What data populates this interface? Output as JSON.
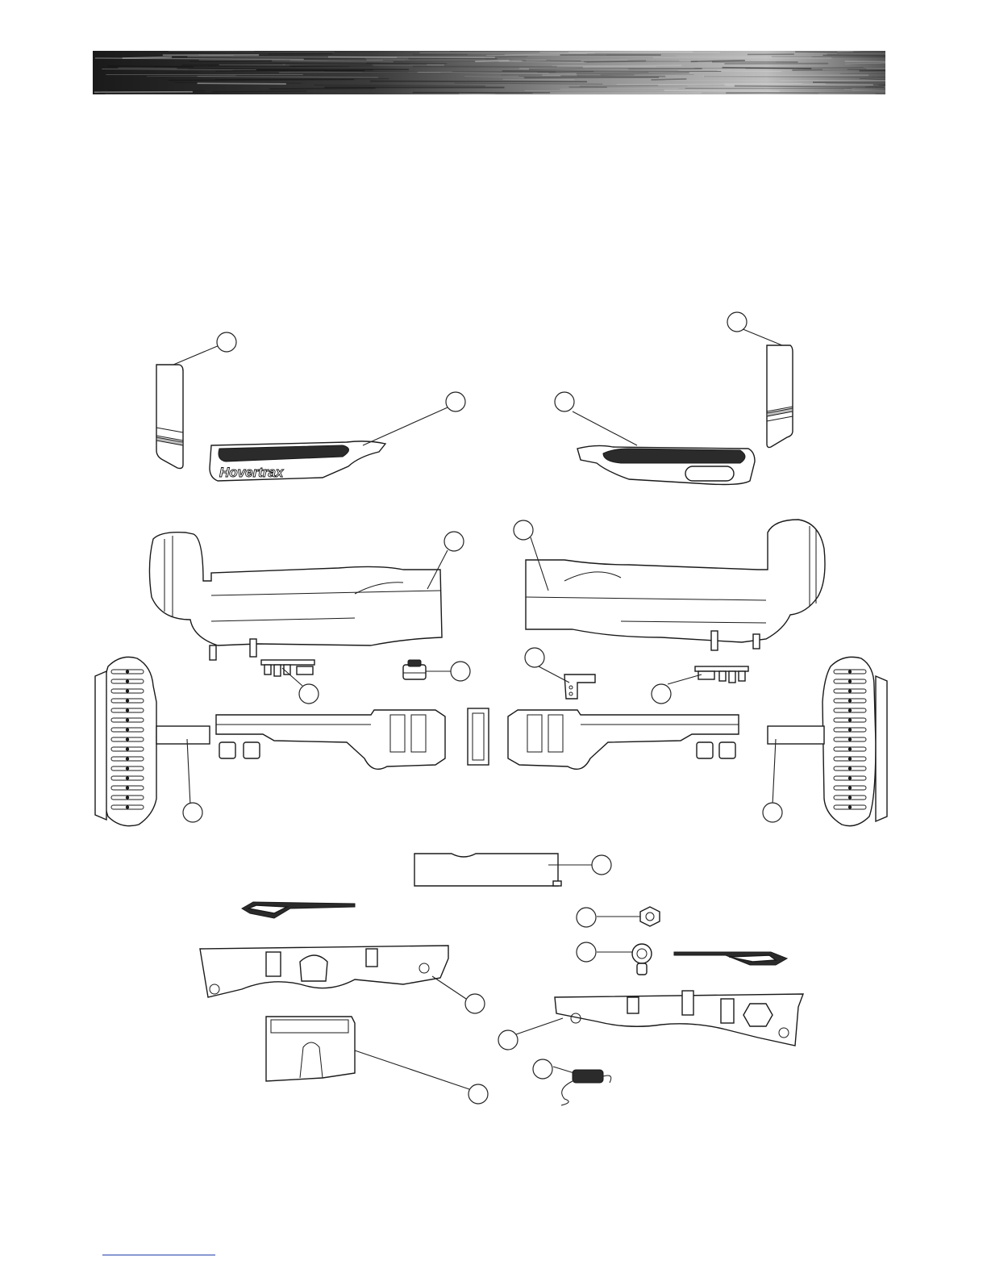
{
  "header": {
    "banner_style": "brushed-metal",
    "colors": {
      "dark": "#151515",
      "mid": "#6a6a6a",
      "light": "#c9c9c9"
    }
  },
  "diagram": {
    "type": "exploded-parts-view",
    "brand_text": "Hovertrax",
    "parts": [
      "left-light-cover",
      "right-light-cover",
      "left-foot-pad",
      "right-foot-pad",
      "left-top-shell",
      "right-top-shell",
      "left-wheel",
      "right-wheel",
      "left-sensor-board",
      "right-sensor-board",
      "power-button",
      "charge-port-bracket",
      "left-inner-frame",
      "right-inner-frame",
      "center-bearing",
      "left-axle",
      "right-axle",
      "battery-pack",
      "hex-nut",
      "charge-port",
      "left-bumper-strip",
      "right-bumper-strip",
      "left-bottom-shell",
      "right-bottom-shell",
      "control-board",
      "charger"
    ]
  },
  "footer": {
    "rule_color": "#1d3fa8"
  }
}
